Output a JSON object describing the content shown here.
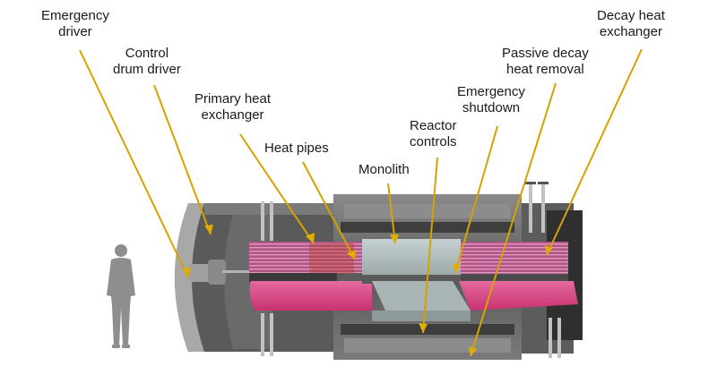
{
  "diagram": {
    "subject": "Micro reactor cutaway",
    "colors": {
      "leader_line": "#d4a300",
      "leader_line_muted": "#b8a040",
      "shell_dark": "#4a4a4a",
      "shell_mid": "#6e6e6e",
      "shell_light": "#9a9a9a",
      "reflector": "#b7c2c2",
      "heat_pipe_pink": "#d2407e",
      "heat_pipe_pink_light": "#e088b0",
      "silhouette": "#8e8e8e",
      "text": "#1a1a1a"
    },
    "labels": [
      {
        "id": "emergency-driver",
        "text": "Emergency\ndriver"
      },
      {
        "id": "control-drum-driver",
        "text": "Control\ndrum driver"
      },
      {
        "id": "primary-heat-exchanger",
        "text": "Primary heat\nexchanger"
      },
      {
        "id": "heat-pipes",
        "text": "Heat pipes"
      },
      {
        "id": "monolith",
        "text": "Monolith"
      },
      {
        "id": "reactor-controls",
        "text": "Reactor\ncontrols"
      },
      {
        "id": "emergency-shutdown",
        "text": "Emergency\nshutdown"
      },
      {
        "id": "passive-decay-heat-removal",
        "text": "Passive decay\nheat removal"
      },
      {
        "id": "decay-heat-exchanger",
        "text": "Decay heat\nexchanger"
      }
    ],
    "scale_figure": "human-silhouette"
  }
}
